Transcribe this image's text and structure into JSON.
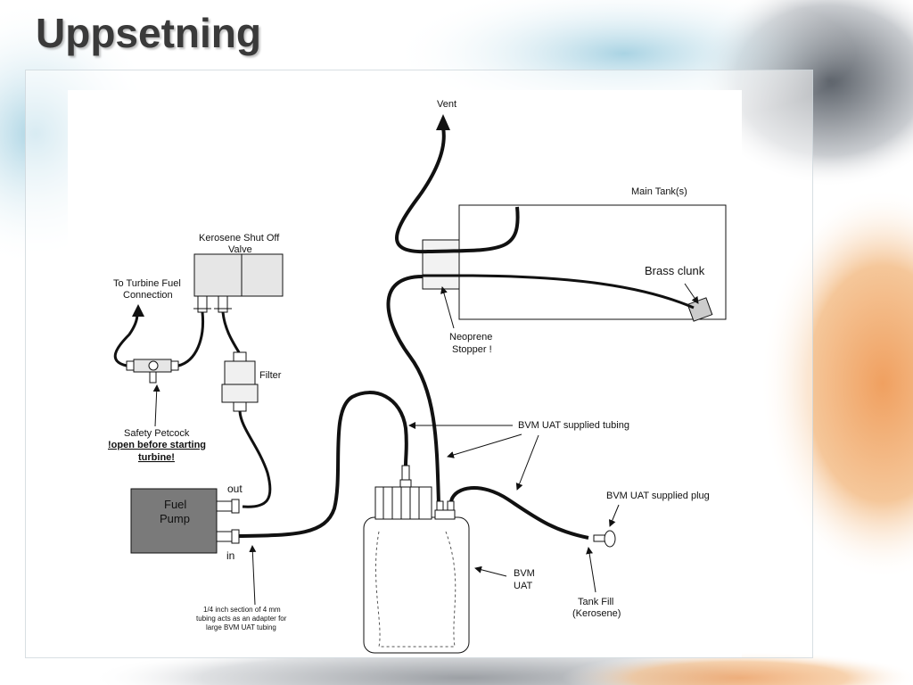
{
  "slide": {
    "title": "Uppsetning"
  },
  "diagram": {
    "labels": {
      "vent": "Vent",
      "main_tank": "Main Tank(s)",
      "brass_clunk": "Brass clunk",
      "neoprene_stopper_1": "Neoprene",
      "neoprene_stopper_2": "Stopper !",
      "kerosene_valve_1": "Kerosene Shut Off",
      "kerosene_valve_2": "Valve",
      "turbine_connection_1": "To Turbine Fuel",
      "turbine_connection_2": "Connection",
      "filter": "Filter",
      "safety_petcock": "Safety Petcock",
      "petcock_warning_1": "!open before starting",
      "petcock_warning_2": "turbine!",
      "bvm_tubing": "BVM UAT supplied tubing",
      "bvm_plug": "BVM UAT supplied plug",
      "out": "out",
      "in": "in",
      "fuel_pump_1": "Fuel",
      "fuel_pump_2": "Pump",
      "bvm_uat_1": "BVM",
      "bvm_uat_2": "UAT",
      "tank_fill_1": "Tank Fill",
      "tank_fill_2": "(Kerosene)",
      "adapter_note_1": "1/4 inch section of 4 mm",
      "adapter_note_2": "tubing acts as an adapter for",
      "adapter_note_3": "large BVM UAT tubing"
    }
  },
  "colors": {
    "pump_fill": "#7a7a7a",
    "valve_fill": "#e6e6e6",
    "tube": "#111111"
  }
}
